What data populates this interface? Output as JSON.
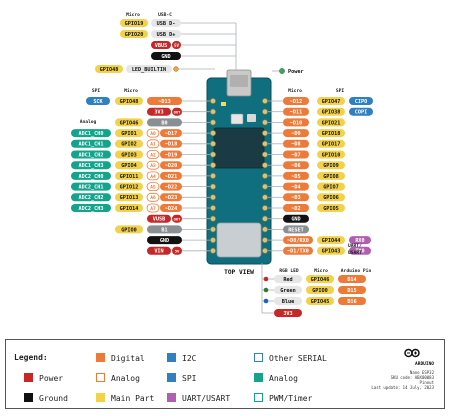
{
  "usb_header": {
    "micro": "Micro",
    "usbc": "USB-C"
  },
  "usb_pins": [
    {
      "micro": "GPIO19",
      "usbc": "USB D-"
    },
    {
      "micro": "GPIO20",
      "usbc": "USB D+"
    }
  ],
  "vbus": {
    "label": "VBUS",
    "tag": "5V"
  },
  "gnd_top": "GND",
  "led_builtin": {
    "gpio": "GPIO48",
    "name": "LED_BUILTIN"
  },
  "power_led": "Power",
  "left_headers": {
    "spi": "SPI",
    "micro": "Micro",
    "analog": "Analog"
  },
  "right_headers": {
    "micro": "Micro",
    "spi": "SPI",
    "uart": "UART/\nUSART"
  },
  "left_pins": [
    {
      "spi": "SCK",
      "micro": "GPIO48",
      "ard": "~D13"
    },
    {
      "ard": "3V3",
      "tag": "OUT"
    },
    {
      "micro": "GPIO46",
      "ard": "B0"
    },
    {
      "analog": "ADC1_CH0",
      "micro": "GPIO1",
      "a": "A0",
      "ard": "~D17"
    },
    {
      "analog": "ADC1_CH1",
      "micro": "GPIO2",
      "a": "A1",
      "ard": "~D18"
    },
    {
      "analog": "ADC1_CH2",
      "micro": "GPIO3",
      "a": "A2",
      "ard": "~D19"
    },
    {
      "analog": "ADC1_CH3",
      "micro": "GPIO4",
      "a": "A3",
      "ard": "~D20"
    },
    {
      "analog": "ADC2_CH0",
      "micro": "GPIO11",
      "a": "A4",
      "ard": "~D21"
    },
    {
      "analog": "ADC2_CH1",
      "micro": "GPIO12",
      "a": "A5",
      "ard": "~D22"
    },
    {
      "analog": "ADC2_CH2",
      "micro": "GPIO13",
      "a": "A6",
      "ard": "~D23"
    },
    {
      "analog": "ADC2_CH3",
      "micro": "GPIO14",
      "a": "A7",
      "ard": "~D24"
    },
    {
      "ard": "VUSB",
      "tag": "OUT"
    },
    {
      "micro": "GPIO0",
      "ard": "B1"
    },
    {
      "ard": "GND"
    },
    {
      "ard": "VIN",
      "tag": "5V"
    }
  ],
  "right_pins": [
    {
      "ard": "~D12",
      "micro": "GPIO47",
      "spi": "CIPO"
    },
    {
      "ard": "~D11",
      "micro": "GPIO38",
      "spi": "COPI"
    },
    {
      "ard": "~D10",
      "micro": "GPIO21"
    },
    {
      "ard": "~D9",
      "micro": "GPIO18"
    },
    {
      "ard": "~D8",
      "micro": "GPIO17"
    },
    {
      "ard": "~D7",
      "micro": "GPIO10"
    },
    {
      "ard": "~D6",
      "micro": "GPIO9"
    },
    {
      "ard": "~D5",
      "micro": "GPIO8"
    },
    {
      "ard": "~D4",
      "micro": "GPIO7"
    },
    {
      "ard": "~D3",
      "micro": "GPIO6"
    },
    {
      "ard": "~D2",
      "micro": "GPIO5"
    },
    {
      "ard": "GND"
    },
    {
      "ard": "RESET"
    },
    {
      "ard": "~D0/RX0",
      "micro": "GPIO44",
      "uart": "RX0"
    },
    {
      "ard": "~D1/TX0",
      "micro": "GPIO43",
      "uart": "TX0"
    }
  ],
  "top_view": "TOP VIEW",
  "rgb_headers": {
    "led": "RGB LED",
    "micro": "Micro",
    "pin": "Arduino Pin"
  },
  "rgb_pins": [
    {
      "name": "Red",
      "micro": "GPIO46",
      "pin": "D14",
      "dot": "#c62828"
    },
    {
      "name": "Green",
      "micro": "GPIO0",
      "pin": "D15",
      "dot": "#2e7d32"
    },
    {
      "name": "Blue",
      "micro": "GPIO45",
      "pin": "D16",
      "dot": "#1565c0"
    }
  ],
  "rgb_3v3": "3V3",
  "legend": {
    "title": "Legend:",
    "items": [
      {
        "label": "Digital",
        "color": "#ee7a3a",
        "outline": false
      },
      {
        "label": "I2C",
        "color": "#2f7fc1",
        "outline": false
      },
      {
        "label": "Other SERIAL",
        "color": "#2f7fc1",
        "outline": true
      },
      {
        "label": "Power",
        "color": "#c62828",
        "outline": false
      },
      {
        "label": "Analog",
        "color": "#ee7a3a",
        "outline": true
      },
      {
        "label": "SPI",
        "color": "#2f7fc1",
        "outline": false
      },
      {
        "label": "Analog",
        "color": "#14a38b",
        "outline": false
      },
      {
        "label": "Ground",
        "color": "#111111",
        "outline": false
      },
      {
        "label": "Main Part",
        "color": "#f2d24a",
        "outline": false
      },
      {
        "label": "UART/USART",
        "color": "#b05fb0",
        "outline": false
      },
      {
        "label": "PWM/Timer",
        "color": "#14a38b",
        "outline": true
      }
    ]
  },
  "brand": "ARDUINO",
  "meta": {
    "product": "Nano ESP32",
    "sku": "SKU code: ABX00083",
    "pinout": "Pinout",
    "updated": "Last update: 14 July, 2023"
  },
  "colors": {
    "yellow": "#f2d24a",
    "gray": "#8a8f94",
    "light_gray": "#e6e6e6",
    "red": "#c62828",
    "black": "#111111",
    "orange": "#ee7a3a",
    "teal": "#14a38b",
    "blue": "#2f7fc1",
    "purple": "#b05fb0",
    "board": "#0f6f7f",
    "line": "#aab0b5"
  }
}
